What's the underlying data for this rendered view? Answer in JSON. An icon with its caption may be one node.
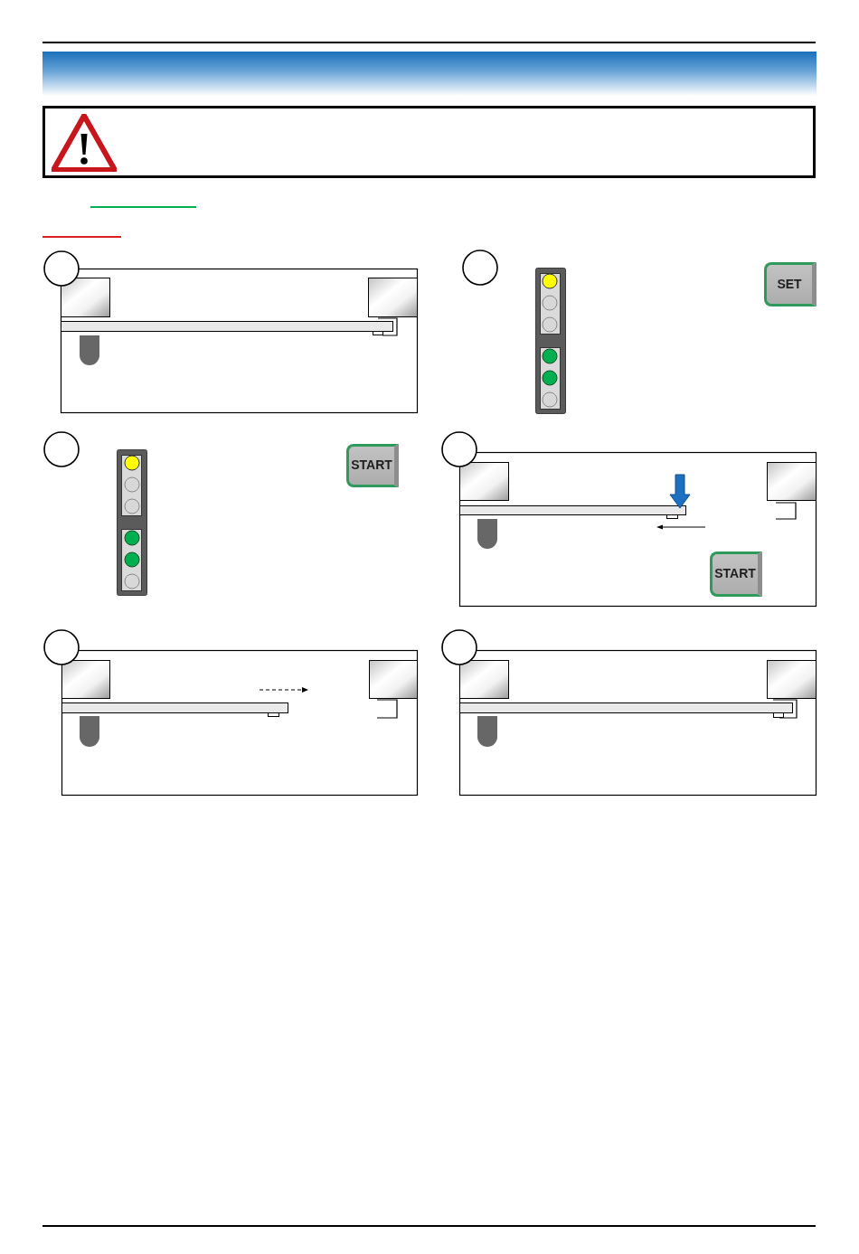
{
  "diagram": {
    "nodes": [
      {
        "text": [
          "SET"
        ]
      },
      {
        "text": [
          "START"
        ]
      },
      {
        "text": [
          "START"
        ]
      }
    ]
  }
}
